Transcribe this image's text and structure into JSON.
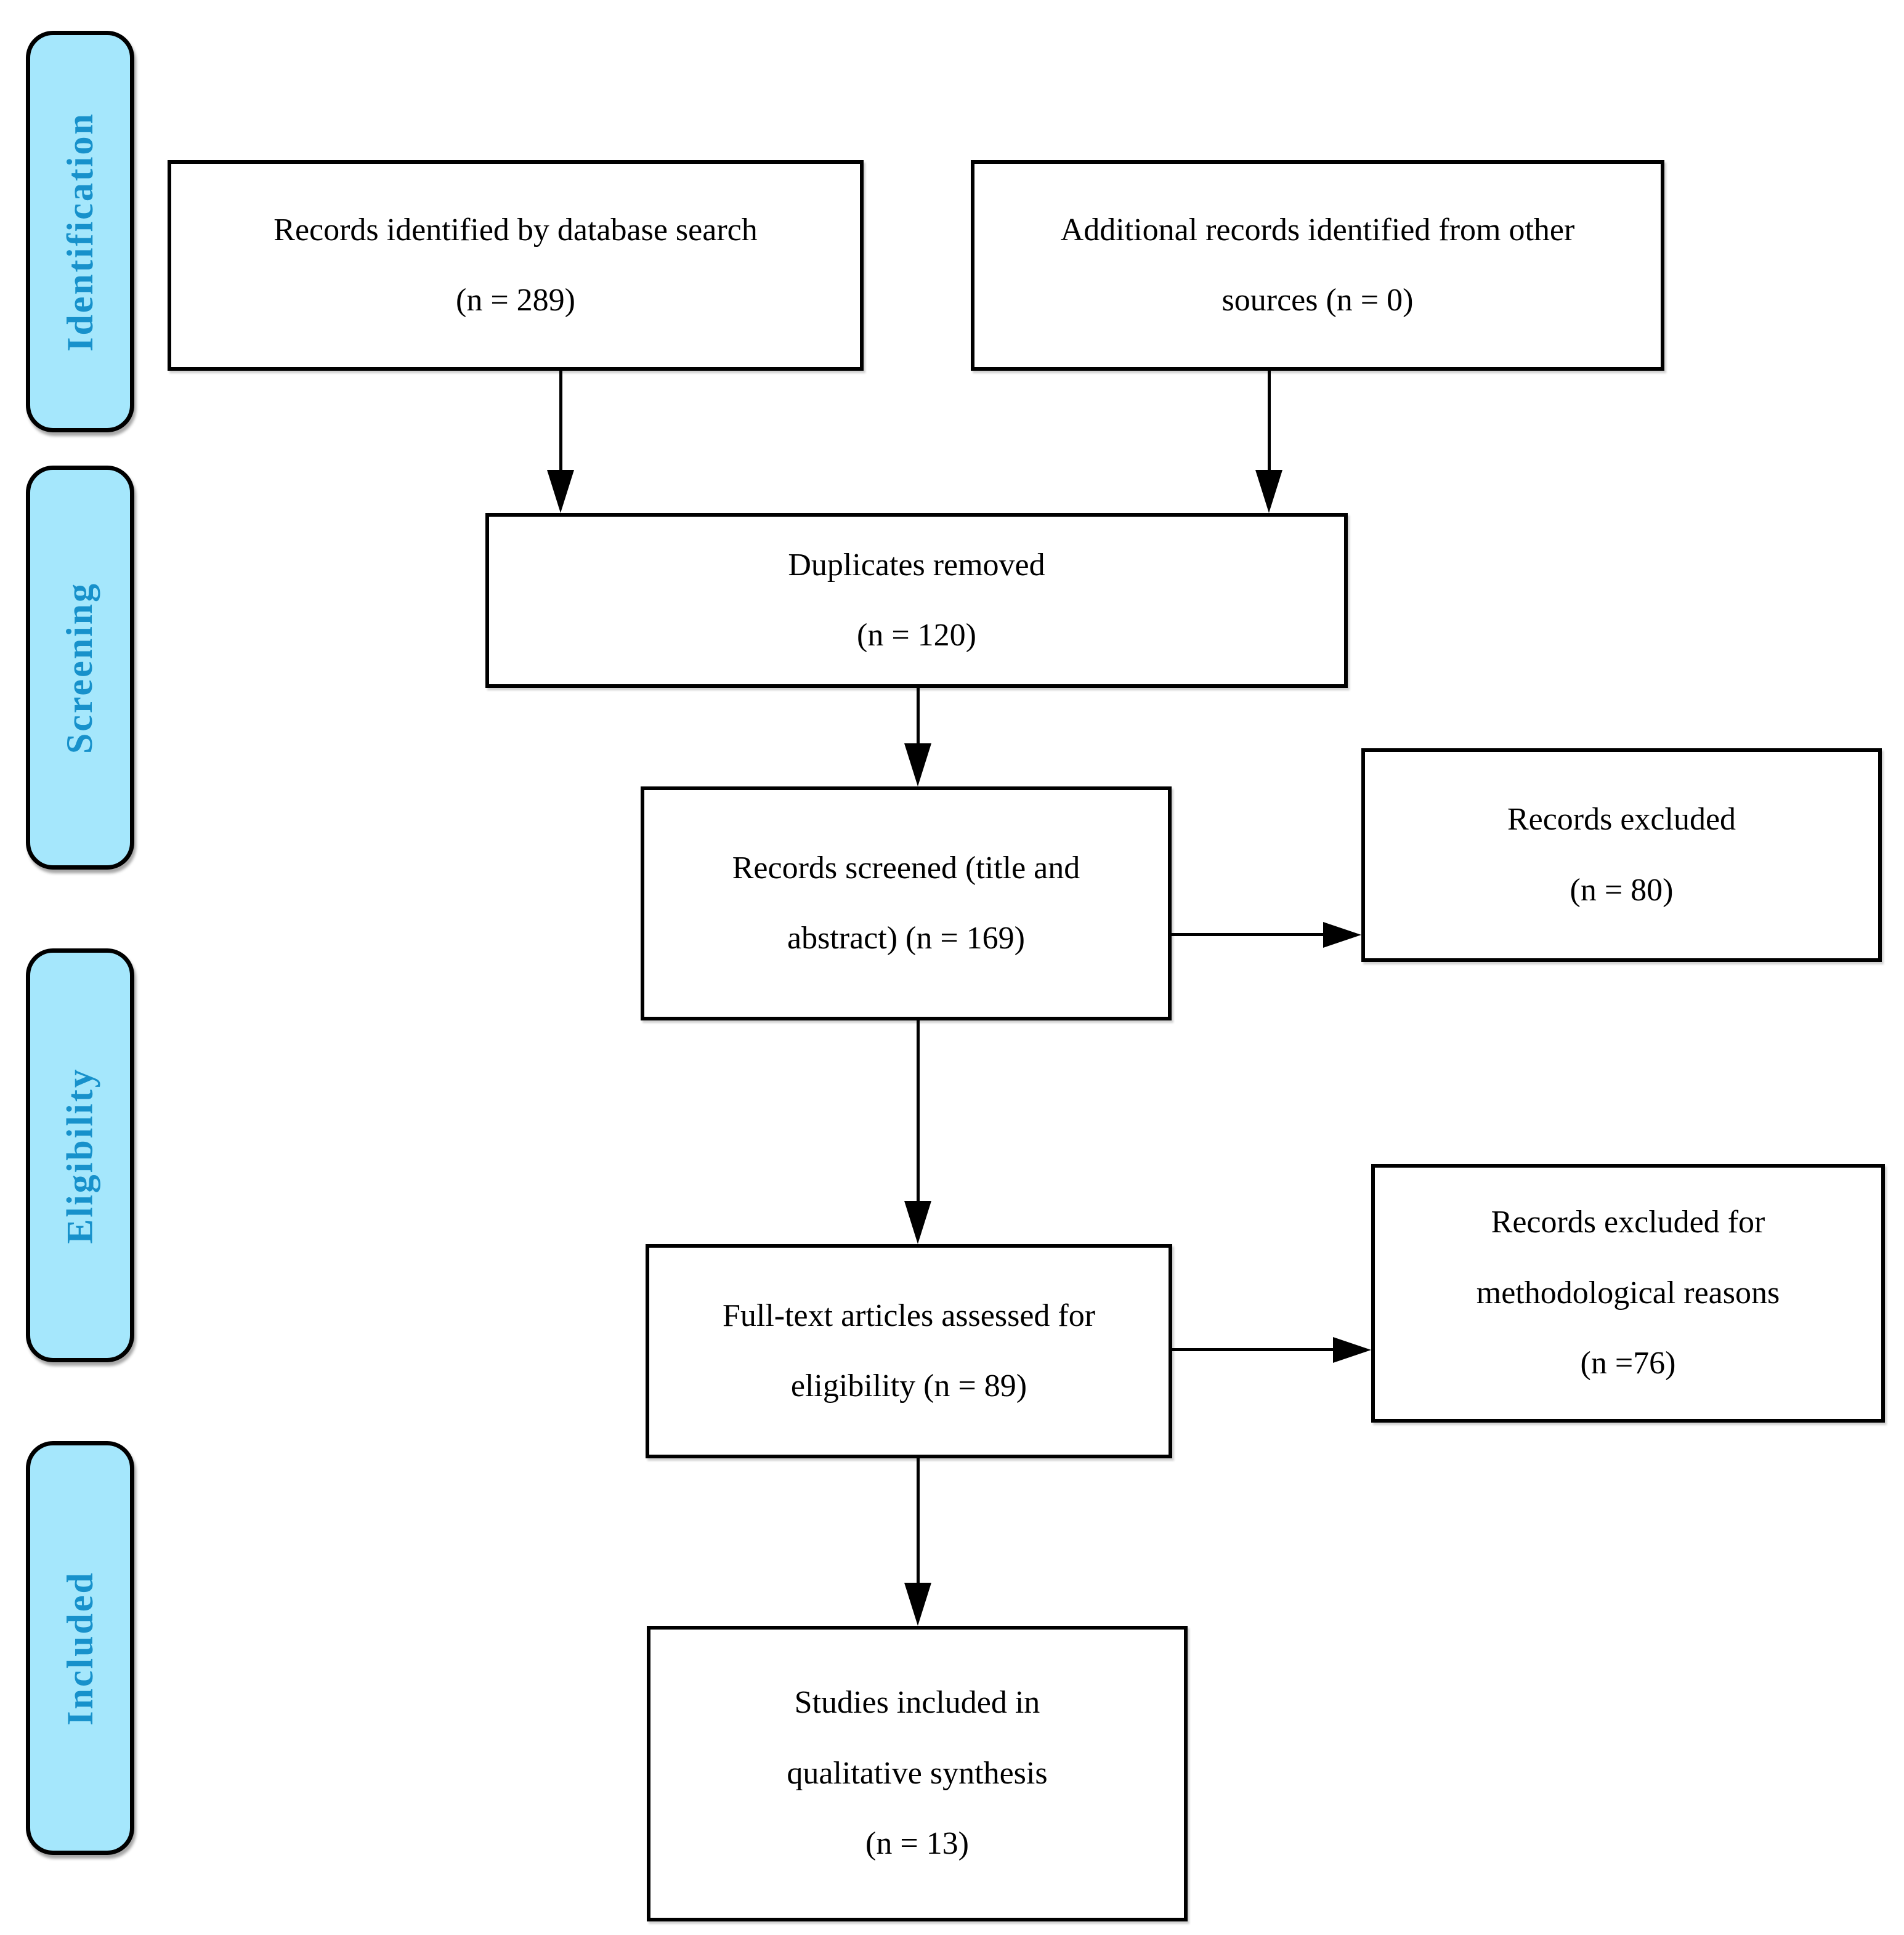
{
  "stages": [
    {
      "label": "Identification"
    },
    {
      "label": "Screening"
    },
    {
      "label": "Eligibility"
    },
    {
      "label": "Included"
    }
  ],
  "nodes": {
    "records_identified": {
      "lines": [
        "Records identified by database search",
        "(n = 289)"
      ],
      "count": 289
    },
    "additional_records": {
      "lines": [
        "Additional records identified from other",
        "sources (n = 0)"
      ],
      "count": 0
    },
    "duplicates_removed": {
      "lines": [
        "Duplicates removed",
        "(n = 120)"
      ],
      "count": 120
    },
    "records_screened": {
      "lines": [
        "Records screened (title and",
        "abstract) (n = 169)"
      ],
      "count": 169
    },
    "records_excluded": {
      "lines": [
        "Records excluded",
        "(n = 80)"
      ],
      "count": 80
    },
    "fulltext_assessed": {
      "lines": [
        "Full-text articles assessed for",
        "eligibility (n = 89)"
      ],
      "count": 89
    },
    "methodological_excluded": {
      "lines": [
        "Records excluded for",
        "methodological reasons",
        "(n =76)"
      ],
      "count": 76
    },
    "studies_included": {
      "lines": [
        "Studies included in",
        "qualitative synthesis",
        "(n = 13)"
      ],
      "count": 13
    }
  },
  "colors": {
    "stage_fill": "#a5e7fc",
    "stage_text": "#1791cb",
    "box_border": "#000000",
    "background": "#ffffff"
  }
}
